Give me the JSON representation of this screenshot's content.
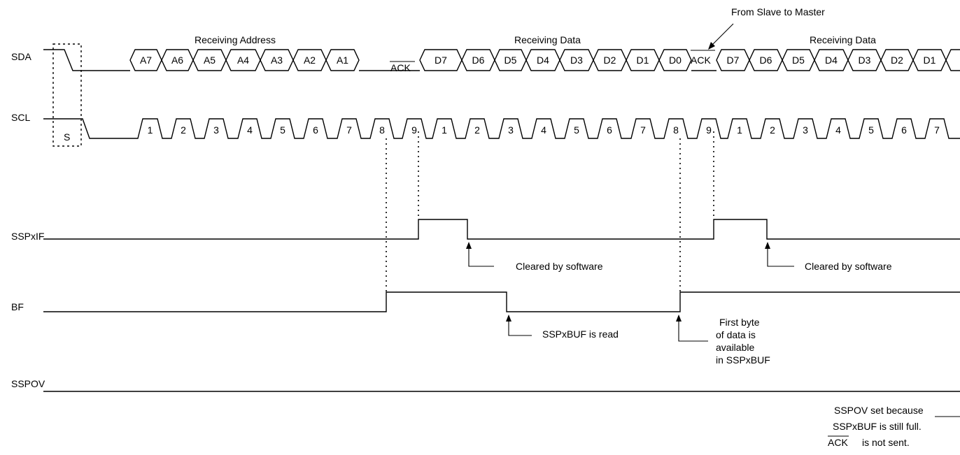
{
  "signals": {
    "sda": "SDA",
    "scl": "SCL",
    "sspxif": "SSPxIF",
    "bf": "BF",
    "sspov": "SSPOV"
  },
  "sections": {
    "receiving_address": "Receiving Address",
    "receiving_data_1": "Receiving Data",
    "receiving_data_2": "Receiving Data",
    "from_slave_to_master": "From Slave to Master"
  },
  "start_label": "S",
  "sda_bits": {
    "address": [
      "A7",
      "A6",
      "A5",
      "A4",
      "A3",
      "A2",
      "A1"
    ],
    "ack_1": "ACK",
    "data_1": [
      "D7",
      "D6",
      "D5",
      "D4",
      "D3",
      "D2",
      "D1",
      "D0"
    ],
    "ack_2": "ACK",
    "data_2": [
      "D7",
      "D6",
      "D5",
      "D4",
      "D3",
      "D2",
      "D1"
    ]
  },
  "scl_pulses": [
    "1",
    "2",
    "3",
    "4",
    "5",
    "6",
    "7",
    "8",
    "9",
    "1",
    "2",
    "3",
    "4",
    "5",
    "6",
    "7",
    "8",
    "9",
    "1",
    "2",
    "3",
    "4",
    "5",
    "6",
    "7"
  ],
  "annotations": {
    "cleared_1": "Cleared by software",
    "cleared_2": "Cleared by software",
    "sspxbuf_read": "SSPxBUF is read",
    "first_byte_l1": "First byte",
    "first_byte_l2": "of data is",
    "first_byte_l3": "available",
    "first_byte_l4": "in SSPxBUF",
    "sspov_l1": "SSPOV set because",
    "sspov_l2": "SSPxBUF is still full.",
    "sspov_l3_ack": "ACK",
    "sspov_l3_rest": "is not sent."
  }
}
